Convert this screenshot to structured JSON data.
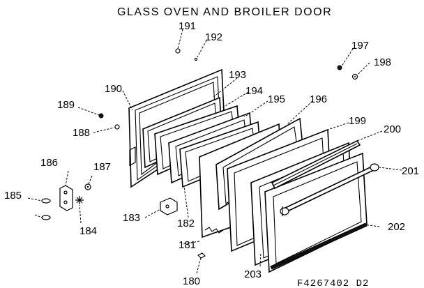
{
  "title": "GLASS OVEN AND BROILER DOOR",
  "drawing_code": "F4267402 D2",
  "parts": [
    "180",
    "181",
    "182",
    "183",
    "184",
    "185",
    "186",
    "187",
    "188",
    "189",
    "190",
    "191",
    "192",
    "193",
    "194",
    "195",
    "196",
    "197",
    "198",
    "199",
    "200",
    "201",
    "202",
    "203"
  ]
}
